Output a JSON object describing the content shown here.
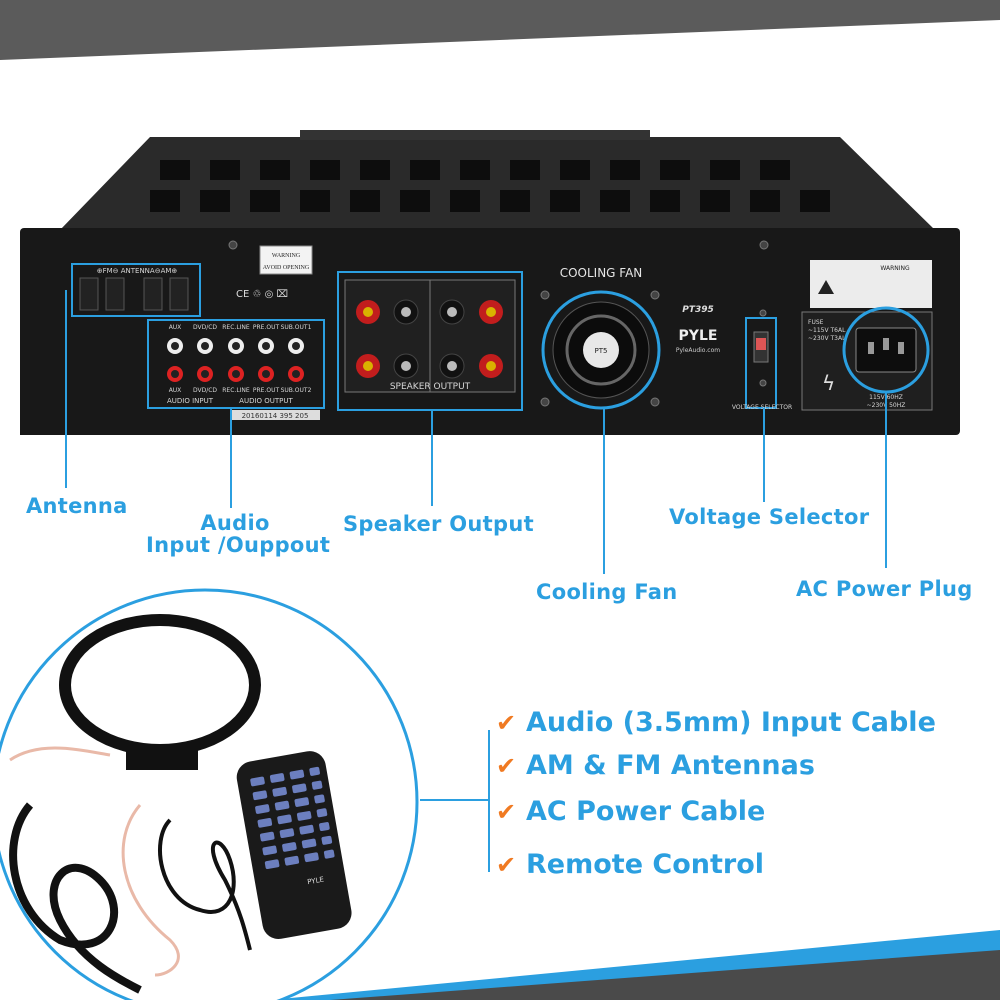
{
  "colors": {
    "accent": "#2b9fe0",
    "check": "#f07a22",
    "banner": "#5b5b5b",
    "chassis": "#1a1a1a"
  },
  "panel": {
    "warning_top": "WARNING",
    "warning_bottom": "AVOID OPENING",
    "antenna_label": "⊕FM⊖ ANTENNA⊖AM⊕",
    "cooling_fan_label": "COOLING FAN",
    "model": "PT395",
    "brand": "PYLE",
    "website": "PyleAudio.com",
    "aux_label": "AUX",
    "dvd_label": "DVD/CD",
    "rec_line_label": "REC.LINE",
    "pre_out_label": "PRE.OUT",
    "sub_out1_label": "SUB.OUT1",
    "sub_out2_label": "SUB.OUT2",
    "audio_input_label": "AUDIO INPUT",
    "audio_output_label": "AUDIO OUTPUT",
    "speaker_output_label": "SPEAKER OUTPUT",
    "serial": "20160114 395 205",
    "voltage_selector_label": "VOLTAGE SELECTOR",
    "fuse_label": "FUSE",
    "fuse_115": "~115V T6AL",
    "fuse_230": "~230V T3AL",
    "power_115": "115V 60HZ",
    "power_230": "~230V 50HZ",
    "fan_sticker": "PT5"
  },
  "callouts": {
    "antenna": "Antenna",
    "audio_io_line1": "Audio",
    "audio_io_line2": "Input /Ouppout",
    "speaker_output": "Speaker Output",
    "voltage_selector": "Voltage Selector",
    "cooling_fan": "Cooling Fan",
    "ac_power_plug": "AC Power Plug"
  },
  "accessories": [
    {
      "icon": "check-icon",
      "label": "Audio (3.5mm) Input Cable"
    },
    {
      "icon": "check-icon",
      "label": "AM & FM Antennas"
    },
    {
      "icon": "check-icon",
      "label": "AC Power Cable"
    },
    {
      "icon": "check-icon",
      "label": "Remote Control"
    }
  ],
  "remote": {
    "brand": "PYLE"
  }
}
